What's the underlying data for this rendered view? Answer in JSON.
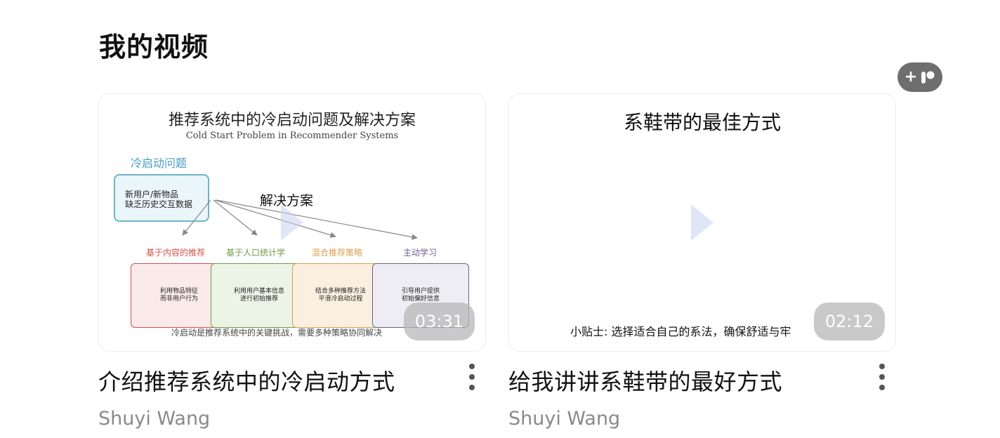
{
  "page": {
    "title": "我的视频"
  },
  "fab": {
    "plus": "+",
    "icon": "app-logo-icon"
  },
  "videos": [
    {
      "title": "介绍推荐系统中的冷启动方式",
      "author": "Shuyi Wang",
      "duration": "03:31",
      "thumbnail": {
        "title": "推荐系统中的冷启动问题及解决方案",
        "subtitle": "Cold Start Problem in Recommender Systems",
        "problem_label": "冷启动问题",
        "problem_text": "新用户/新物品\n缺乏历史交互数据",
        "solution_label": "解决方案",
        "categories": [
          "基于内容的推荐",
          "基于人口统计学",
          "混合推荐策略",
          "主动学习"
        ],
        "category_colors": [
          "#d0524a",
          "#6e9b47",
          "#d8a04e",
          "#6d5f8a"
        ],
        "descriptions": [
          "利用物品特征\n而非用户行为",
          "利用用户基本信息\n进行初始推荐",
          "结合多种推荐方法\n平滑冷启动过程",
          "引导用户提供\n初始偏好信息"
        ],
        "footer": "冷启动是推荐系统中的关键挑战，需要多种策略协同解决"
      }
    },
    {
      "title": "给我讲讲系鞋带的最好方式",
      "author": "Shuyi Wang",
      "duration": "02:12",
      "thumbnail": {
        "title": "系鞋带的最佳方式",
        "tip": "小贴士: 选择适合自己的系法，确保舒适与牢"
      }
    }
  ]
}
